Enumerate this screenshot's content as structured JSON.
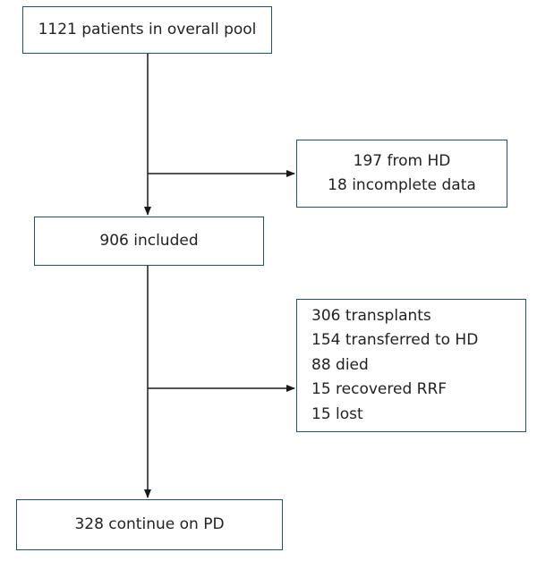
{
  "flowchart": {
    "overall_pool": "1121 patients in overall pool",
    "exclusions": [
      "197 from HD",
      "18 incomplete data"
    ],
    "included": "906 included",
    "outcomes": [
      "306 transplants",
      "154 transferred to HD",
      "88 died",
      "15 recovered RRF",
      "15 lost"
    ],
    "continue": "328 continue on PD"
  },
  "colors": {
    "box_border": "#1f4e79",
    "arrow": "#1a1a1a",
    "text": "#222222"
  }
}
